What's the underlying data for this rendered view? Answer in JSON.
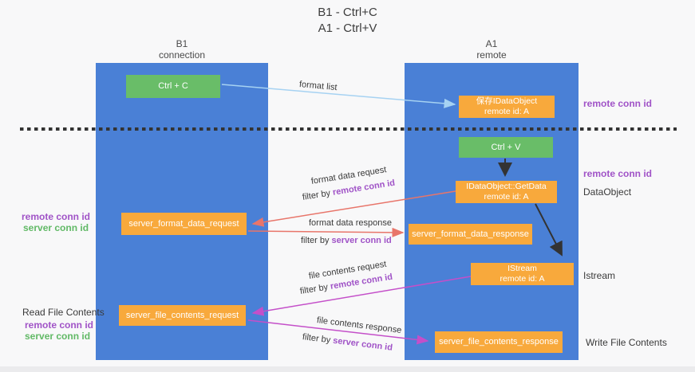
{
  "title": {
    "line1": "B1 - Ctrl+C",
    "line2": "A1 - Ctrl+V"
  },
  "lanes": {
    "left": {
      "title": "B1",
      "subtitle": "connection"
    },
    "right": {
      "title": "A1",
      "subtitle": "remote"
    }
  },
  "boxes": {
    "ctrl_c": {
      "label": "Ctrl + C"
    },
    "save_dataobject": {
      "line1": "保存IDataObject",
      "line2": "remote id: A"
    },
    "ctrl_v": {
      "label": "Ctrl + V"
    },
    "getdata": {
      "line1": "IDataObject::GetData",
      "line2": "remote id: A"
    },
    "format_request": {
      "label": "server_format_data_request"
    },
    "format_response": {
      "label": "server_format_data_response"
    },
    "istream": {
      "line1": "IStream",
      "line2": "remote id: A"
    },
    "file_request": {
      "label": "server_file_contents_request"
    },
    "file_response": {
      "label": "server_file_contents_response"
    }
  },
  "arrow_labels": {
    "format_list": "format list",
    "format_data_request": "format data request",
    "format_data_response": "format data response",
    "file_contents_request": "file contents request",
    "file_contents_response": "file contents response",
    "filter_by": "filter by",
    "remote_conn_id": "remote conn id",
    "server_conn_id": "server conn id"
  },
  "side_labels": {
    "right_top_remote_conn_id": "remote conn id",
    "right_mid_remote_conn_id": "remote conn id",
    "dataobject": "DataObject",
    "istream": "Istream",
    "write_file_contents": "Write File Contents",
    "left_remote_conn_id": "remote conn id",
    "left_server_conn_id": "server conn id",
    "read_file_contents": "Read File Contents",
    "left_bottom_remote_conn_id": "remote conn id",
    "left_bottom_server_conn_id": "server conn id"
  },
  "colors": {
    "lane_blue": "#4a80d6",
    "box_green": "#69bd68",
    "box_orange": "#f8a93c",
    "arrow_light_blue": "#a6d2f2",
    "arrow_salmon": "#e8756a",
    "arrow_magenta": "#c44fc9",
    "arrow_black": "#333333",
    "dashed_line": "#333333",
    "text_purple": "#a053c7",
    "text_green": "#61b966"
  }
}
